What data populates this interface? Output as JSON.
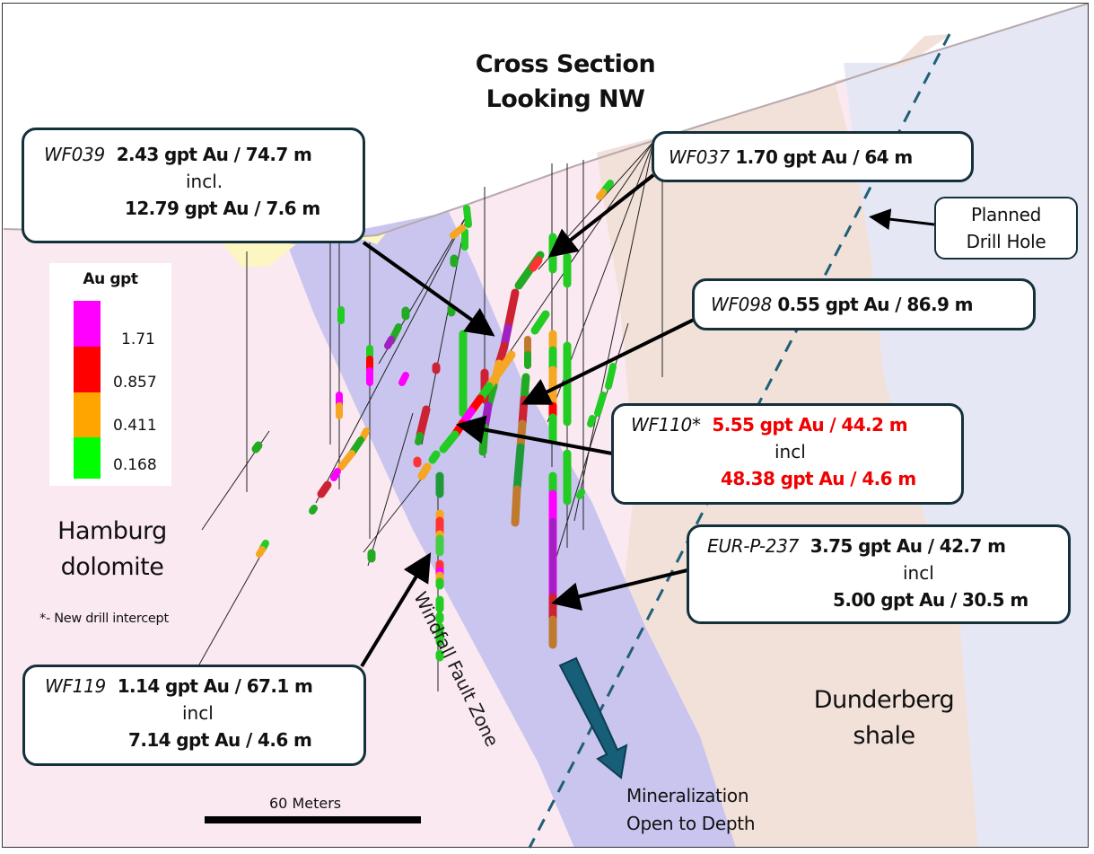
{
  "title": {
    "line1": "Cross Section",
    "line2": "Looking NW"
  },
  "legend": {
    "title": "Au gpt",
    "items": [
      {
        "label": "1.71",
        "color": "#ff00ff"
      },
      {
        "label": "0.857",
        "color": "#ff0000"
      },
      {
        "label": "0.411",
        "color": "#ffa500"
      },
      {
        "label": "0.168",
        "color": "#00ff00"
      }
    ]
  },
  "callouts": {
    "wf039": {
      "hole": "WF039",
      "main": "2.43 gpt Au / 74.7 m",
      "incl": "incl.",
      "sub": "12.79 gpt Au / 7.6 m"
    },
    "wf037": {
      "hole": "WF037",
      "main": "1.70 gpt Au / 64 m"
    },
    "wf098": {
      "hole": "WF098",
      "main": "0.55 gpt Au / 86.9 m"
    },
    "wf110": {
      "hole": "WF110*",
      "main": "5.55 gpt Au / 44.2 m",
      "incl": "incl",
      "sub": "48.38 gpt Au / 4.6 m",
      "highlight_color": "#f00000"
    },
    "eurp237": {
      "hole": "EUR-P-237",
      "main": "3.75 gpt Au / 42.7 m",
      "incl": "incl",
      "sub": "5.00 gpt Au / 30.5 m"
    },
    "wf119": {
      "hole": "WF119",
      "main": "1.14 gpt Au / 67.1 m",
      "incl": "incl",
      "sub": "7.14 gpt Au / 4.6 m"
    }
  },
  "planned_hole": {
    "line1": "Planned",
    "line2": "Drill Hole"
  },
  "rock_units": {
    "hamburg": {
      "line1": "Hamburg",
      "line2": "dolomite",
      "color": "#fbe9f1"
    },
    "dunderberg": {
      "line1": "Dunderberg",
      "line2": "shale",
      "color": "#f2e1d9"
    },
    "fault": {
      "label": "Windfall Fault Zone",
      "color": "#c9c5ef"
    },
    "east_unit": {
      "color": "#e6e7f5"
    }
  },
  "note": "*- New drill intercept",
  "mineralization": {
    "line1": "Mineralization",
    "line2": "Open to Depth",
    "arrow_color": "#175e78"
  },
  "scale": {
    "label": "60 Meters"
  },
  "colors": {
    "callout_border": "#14303a",
    "planned_dash": "#1f5f78"
  }
}
